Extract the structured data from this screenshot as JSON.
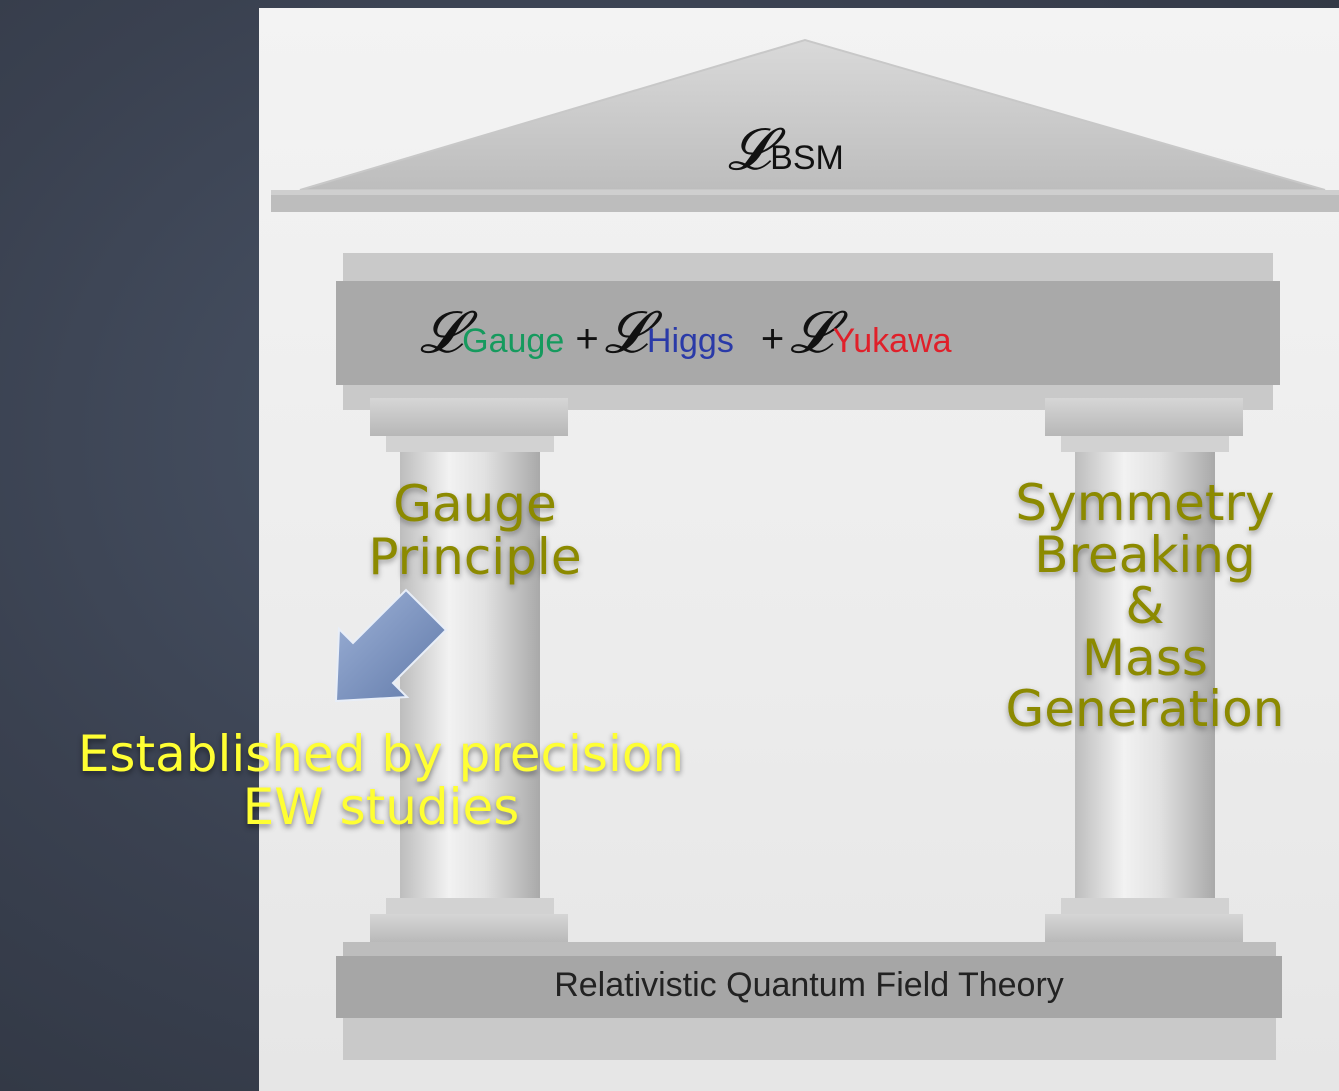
{
  "roof": {
    "symbol": "𝓛",
    "sub": "BSM"
  },
  "beam": {
    "terms": [
      {
        "symbol": "𝓛",
        "sub": "Gauge",
        "color": "#169a5e"
      },
      {
        "symbol": "𝓛",
        "sub": "Higgs",
        "color": "#2a3aa8"
      },
      {
        "symbol": "𝓛",
        "sub": "Yukawa",
        "color": "#e0202a"
      }
    ],
    "plus": "+"
  },
  "left_pillar": {
    "lines": [
      "Gauge",
      "Principle"
    ]
  },
  "right_pillar": {
    "lines": [
      "Symmetry",
      "Breaking",
      "&",
      "Mass",
      "Generation"
    ]
  },
  "annotation": {
    "lines": [
      "Established by precision",
      "EW studies"
    ]
  },
  "base": {
    "label": "Relativistic Quantum Field Theory"
  },
  "colors": {
    "olive": "#8c8a00",
    "yellow": "#ffff33",
    "arrow": "#7f96c2"
  }
}
